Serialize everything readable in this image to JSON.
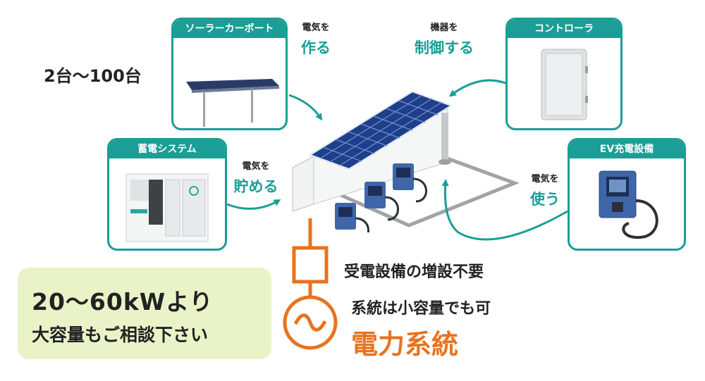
{
  "count_label": "2台〜100台",
  "cards": {
    "solar_carport": "ソーラーカーポート",
    "battery": "蓄電システム",
    "controller": "コントローラ",
    "ev_charger": "EV充電設備"
  },
  "actions": {
    "make": {
      "small": "電気を",
      "big": "作る"
    },
    "store": {
      "small": "電気を",
      "big": "貯める"
    },
    "control": {
      "small": "機器を",
      "big": "制御する"
    },
    "use": {
      "small": "電気を",
      "big": "使う"
    }
  },
  "grid": {
    "no_upgrade": "受電設備の増設不要",
    "small_ok": "系統は小容量でも可",
    "label": "電力系統"
  },
  "note": {
    "line1": "20〜60kWより",
    "line2": "大容量もご相談下さい"
  },
  "colors": {
    "teal": "#1a9e96",
    "orange": "#e8731e",
    "note_bg": "#eaf3c8",
    "solar_blue": "#1f3f8a"
  }
}
